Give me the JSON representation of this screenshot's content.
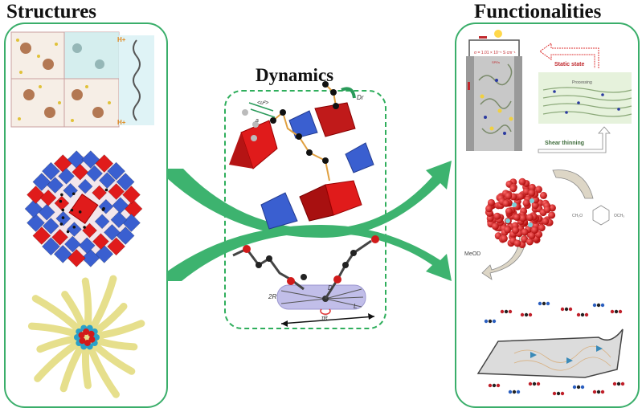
{
  "titles": {
    "structures": "Structures",
    "dynamics": "Dynamics",
    "functionalities": "Functionalities"
  },
  "colors": {
    "panel_border": "#3aae6a",
    "arrow_green": "#3db36f",
    "polyhedra_red": "#e01b1b",
    "polyhedra_blue": "#3a5fd0",
    "ligand_yellow": "#e8e08a"
  },
  "structures": {
    "items": [
      {
        "name": "crystal-lattice",
        "label_proton_top": "H+",
        "label_proton_bottom": "H+"
      },
      {
        "name": "polyoxometalate-cluster"
      },
      {
        "name": "star-polymer-hybrid"
      }
    ]
  },
  "dynamics": {
    "top_labels": {
      "msd": "<u²>",
      "a": "a",
      "rotation": "Dr"
    },
    "bottom_labels": {
      "radius": "2R",
      "diffusion": "D",
      "length": "L",
      "tau": "τR"
    }
  },
  "functionalities": {
    "conductivity": {
      "formula": "σ = 1.01 × 10⁻⁵ S cm⁻¹",
      "spes_label": "SPEs",
      "static_state": "Static state",
      "processing": "Processing",
      "shear_thinning": "Shear thinning",
      "minus_sign": "−"
    },
    "host_guest": {
      "guest_left": "CH₃O",
      "guest_right": "OCH₃",
      "released": "MeOD"
    },
    "membrane": {}
  }
}
